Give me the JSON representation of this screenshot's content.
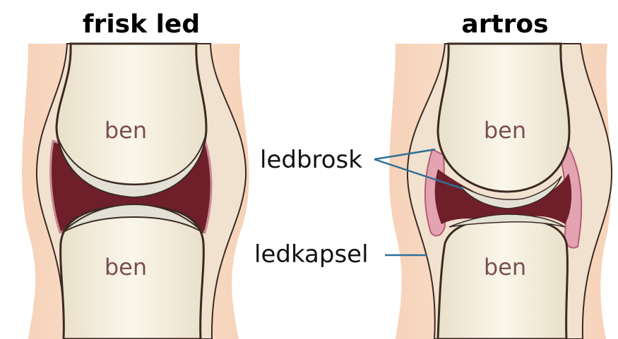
{
  "titles": {
    "healthy": "frisk led",
    "arthrosis": "artros"
  },
  "labels": {
    "bone": "ben",
    "cartilage": "ledbrosk",
    "capsule": "ledkapsel"
  },
  "colors": {
    "skin": "#f9dcc6",
    "bone": "#f4eddb",
    "bone_outline": "#3b2a22",
    "cartilage": "#e3e0d6",
    "joint_space": "#6e1f2a",
    "synovium_inflamed": "#e3a3b0",
    "callout_line": "#2f6f99"
  }
}
